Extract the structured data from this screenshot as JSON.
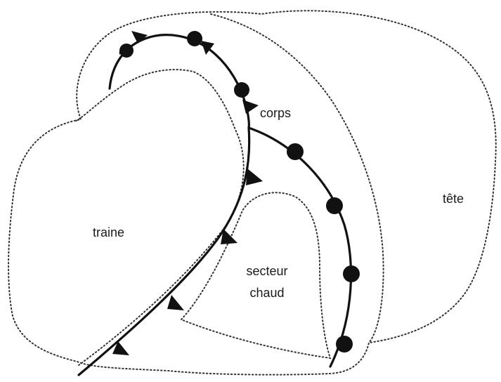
{
  "labels": {
    "corps": "corps",
    "tete": "tête",
    "traine": "traine",
    "secteur_line1": "secteur",
    "secteur_line2": "chaud"
  },
  "colors": {
    "ink": "#111111",
    "dots": "#333333"
  }
}
